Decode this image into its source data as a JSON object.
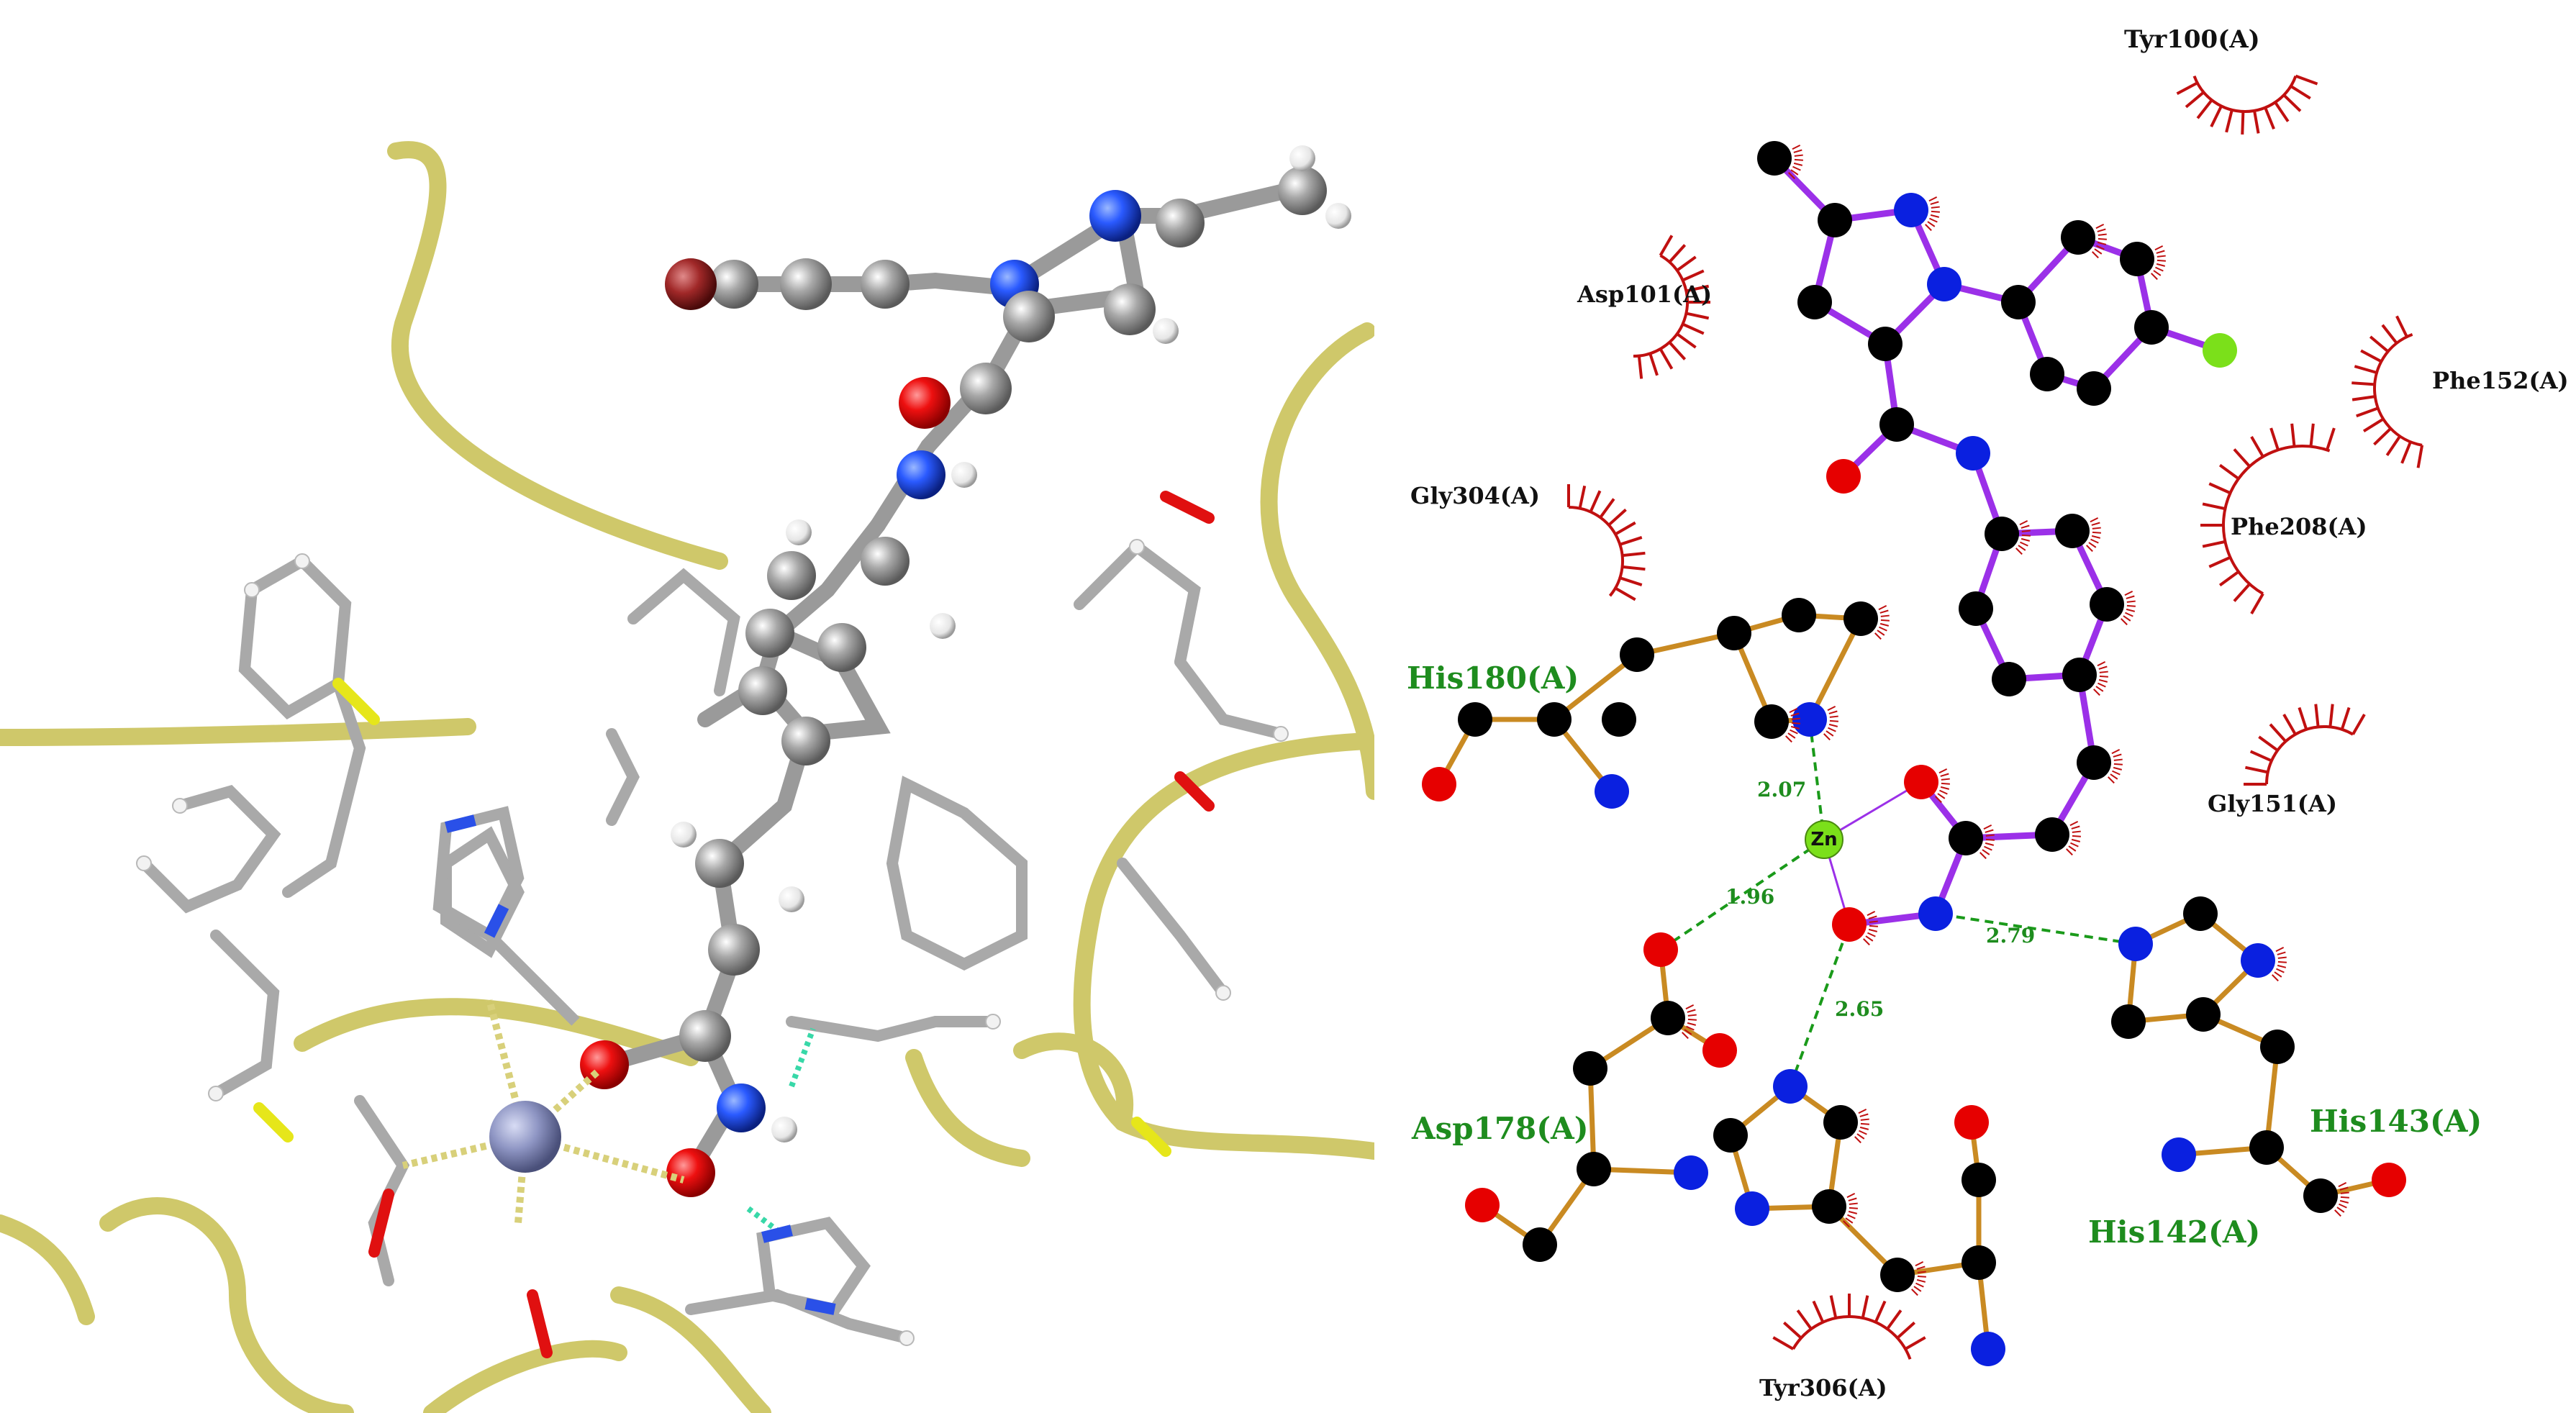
{
  "panel_3d": {
    "caption": ""
  },
  "panel_2d": {
    "residues_hydrophobic": [
      {
        "id": "tyr100",
        "label": "Tyr100(A)"
      },
      {
        "id": "asp101",
        "label": "Asp101(A)"
      },
      {
        "id": "phe152",
        "label": "Phe152(A)"
      },
      {
        "id": "gly304",
        "label": "Gly304(A)"
      },
      {
        "id": "phe208",
        "label": "Phe208(A)"
      },
      {
        "id": "gly151",
        "label": "Gly151(A)"
      },
      {
        "id": "tyr306",
        "label": "Tyr306(A)"
      }
    ],
    "residues_bonded": [
      {
        "id": "his180",
        "label": "His180(A)"
      },
      {
        "id": "asp178",
        "label": "Asp178(A)"
      },
      {
        "id": "his143",
        "label": "His143(A)"
      },
      {
        "id": "his142",
        "label": "His142(A)"
      }
    ],
    "metal": {
      "label": "Zn"
    },
    "distances": [
      {
        "id": "d1",
        "value": "2.07"
      },
      {
        "id": "d2",
        "value": "1.96"
      },
      {
        "id": "d3",
        "value": "2.65"
      },
      {
        "id": "d4",
        "value": "2.79"
      }
    ],
    "colors": {
      "ligand_bond": "#9b30e8",
      "residue_bond": "#c98a22",
      "carbon": "#000000",
      "nitrogen": "#0a20e0",
      "oxygen": "#e60000",
      "halogen": "#7be01a",
      "hbond": "#1a9a1a",
      "hydrophobic": "#c01010",
      "residue_label": "#1e8c1e"
    }
  }
}
